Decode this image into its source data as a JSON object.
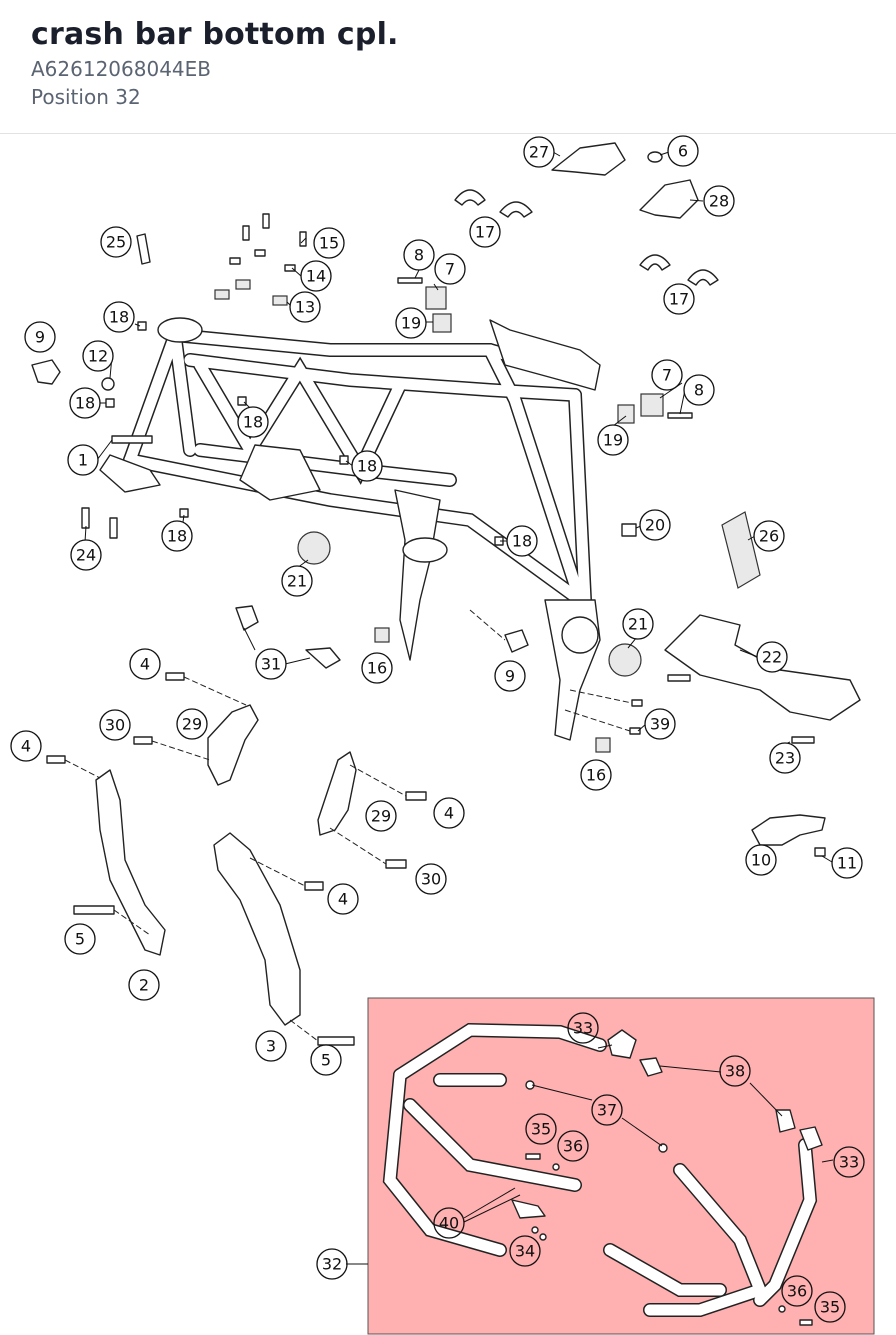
{
  "header": {
    "title": "crash bar bottom cpl.",
    "part_number": "A62612068044EB",
    "position": "Position 32"
  },
  "highlight": {
    "color": "#ff7b7b",
    "label": "32"
  },
  "callouts": [
    "27",
    "6",
    "28",
    "17",
    "17",
    "25",
    "15",
    "14",
    "13",
    "8",
    "7",
    "19",
    "18",
    "9",
    "12",
    "18",
    "18",
    "18",
    "1",
    "7",
    "8",
    "19",
    "18",
    "20",
    "26",
    "24",
    "18",
    "21",
    "21",
    "22",
    "31",
    "16",
    "9",
    "4",
    "30",
    "29",
    "4",
    "39",
    "16",
    "23",
    "29",
    "4",
    "30",
    "4",
    "10",
    "11",
    "5",
    "2",
    "3",
    "5",
    "33",
    "38",
    "37",
    "35",
    "36",
    "33",
    "40",
    "34",
    "32",
    "36",
    "35"
  ]
}
